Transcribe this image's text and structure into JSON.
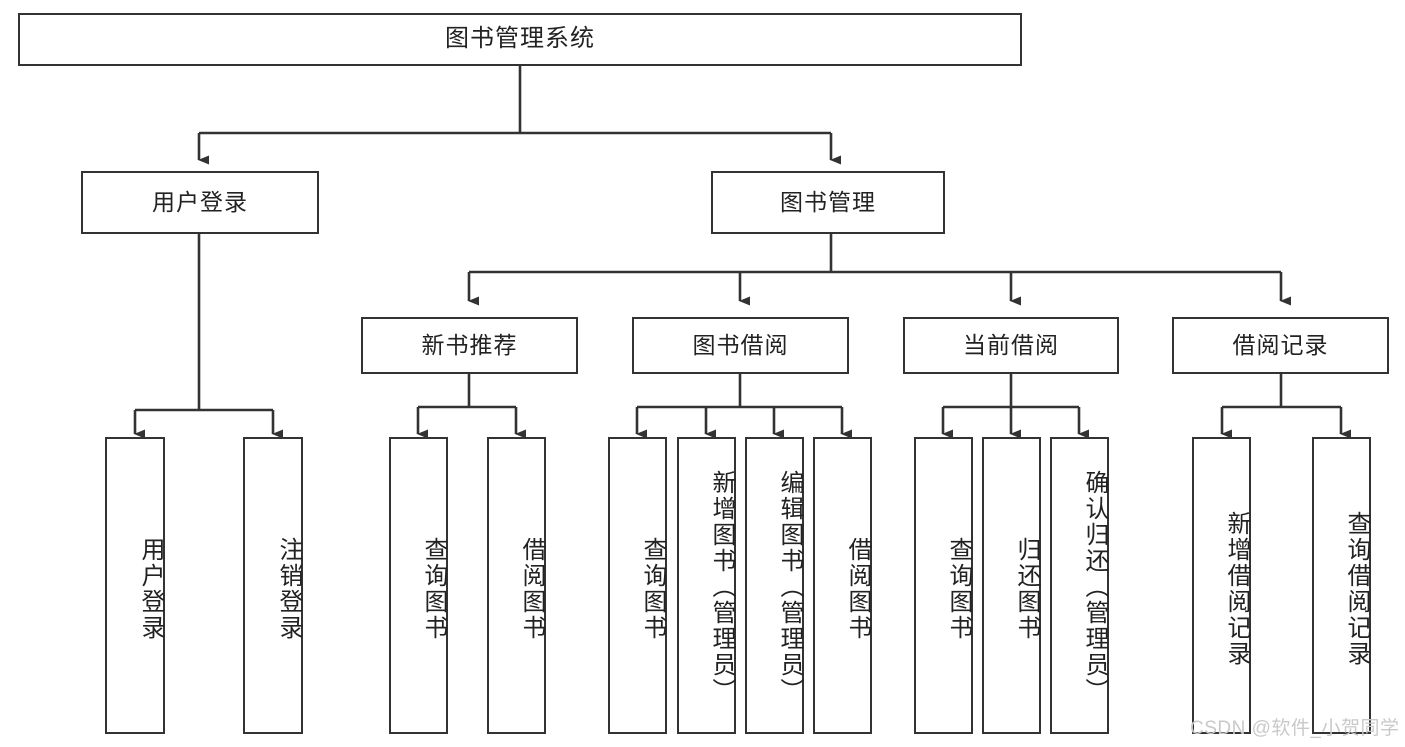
{
  "diagram": {
    "type": "tree-hierarchy-chart",
    "title": "图书管理系统",
    "watermark": "CSDN @软件_小贺同学",
    "style": {
      "box_fill": "#ffffff",
      "box_stroke": "#333333",
      "edge_stroke": "#333333",
      "text_color": "#222222",
      "watermark_color": "#c9c9c9",
      "background": "#ffffff"
    },
    "nodes": {
      "root": {
        "label": "图书管理系统"
      },
      "level1": [
        {
          "label": "用户登录"
        },
        {
          "label": "图书管理"
        }
      ],
      "level2": [
        {
          "label": "新书推荐"
        },
        {
          "label": "图书借阅"
        },
        {
          "label": "当前借阅"
        },
        {
          "label": "借阅记录"
        }
      ],
      "leaves": {
        "user_login": [
          {
            "label": "用户登录"
          },
          {
            "label": "注销登录"
          }
        ],
        "new_book_recommend": [
          {
            "label": "查询图书"
          },
          {
            "label": "借阅图书"
          }
        ],
        "book_borrow": [
          {
            "label": "查询图书"
          },
          {
            "label": "新增图书（管理员）"
          },
          {
            "label": "编辑图书（管理员）"
          },
          {
            "label": "借阅图书"
          }
        ],
        "current_borrow": [
          {
            "label": "查询图书"
          },
          {
            "label": "归还图书"
          },
          {
            "label": "确认归还（管理员）"
          }
        ],
        "borrow_record": [
          {
            "label": "新增借阅记录"
          },
          {
            "label": "查询借阅记录"
          }
        ]
      }
    }
  }
}
